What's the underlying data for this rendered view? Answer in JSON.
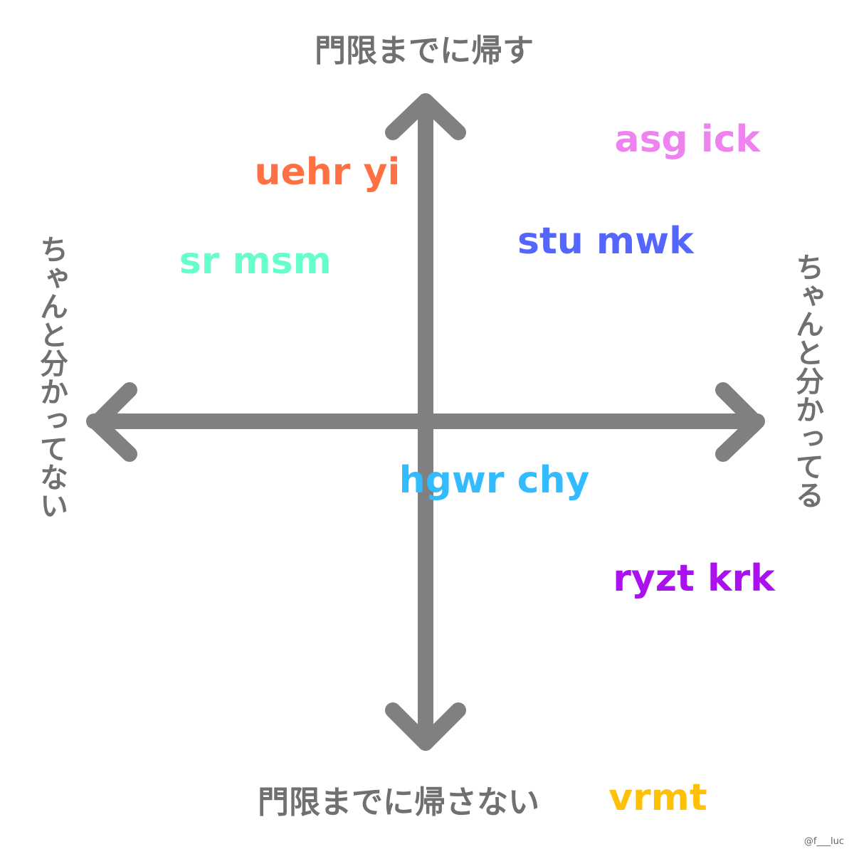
{
  "axes": {
    "top": "門限までに帰す",
    "bottom": "門限までに帰さない",
    "left": "ちゃんと分かってない",
    "right": "ちゃんと分かってる",
    "color": "#808080"
  },
  "points": [
    {
      "label": "asg ick",
      "color": "#EE82EE",
      "x": 0.8,
      "y": 0.86
    },
    {
      "label": "uehr yi",
      "color": "#FF7043",
      "x": -0.3,
      "y": 0.76
    },
    {
      "label": "stu mwk",
      "color": "#5566FF",
      "x": 0.55,
      "y": 0.55
    },
    {
      "label": "sr msm",
      "color": "#66FFCC",
      "x": -0.52,
      "y": 0.49
    },
    {
      "label": "hgwr chy",
      "color": "#33BBFF",
      "x": 0.21,
      "y": -0.18
    },
    {
      "label": "ryzt krk",
      "color": "#AA11EE",
      "x": 0.82,
      "y": -0.48
    },
    {
      "label": "vrmt",
      "color": "#FFC107",
      "x": 0.71,
      "y": -1.15
    }
  ],
  "credit": "@f___luc"
}
